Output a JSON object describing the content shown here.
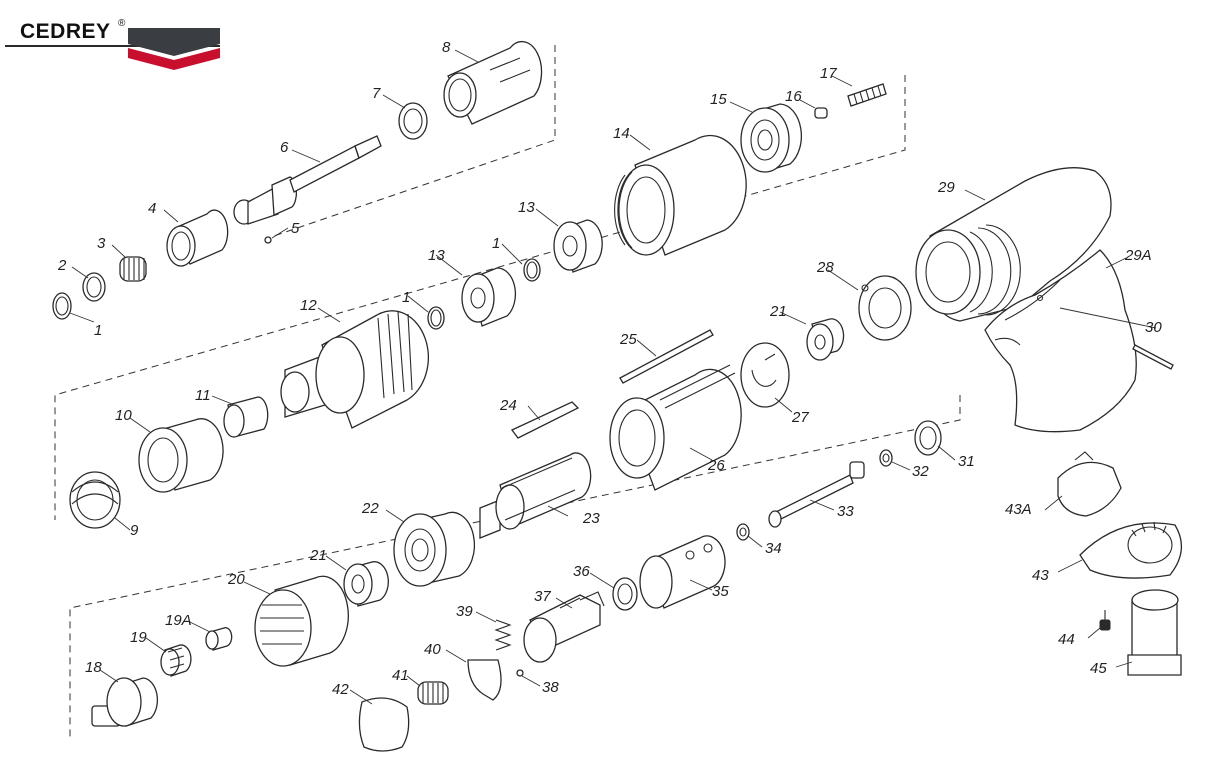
{
  "logo": {
    "brand": "CEDREY",
    "registered": "®",
    "colors": {
      "dark": "#3a3d42",
      "red": "#c8102e",
      "line": "#2a2a2a"
    }
  },
  "labels": [
    "1",
    "2",
    "3",
    "4",
    "5",
    "6",
    "7",
    "8",
    "9",
    "10",
    "11",
    "12",
    "13",
    "1",
    "13",
    "14",
    "15",
    "16",
    "17",
    "18",
    "19",
    "19A",
    "20",
    "21",
    "22",
    "23",
    "24",
    "25",
    "26",
    "27",
    "21",
    "28",
    "29",
    "29A",
    "30",
    "31",
    "32",
    "33",
    "34",
    "35",
    "36",
    "37",
    "38",
    "39",
    "40",
    "41",
    "42",
    "43",
    "43A",
    "44",
    "45",
    "1"
  ]
}
